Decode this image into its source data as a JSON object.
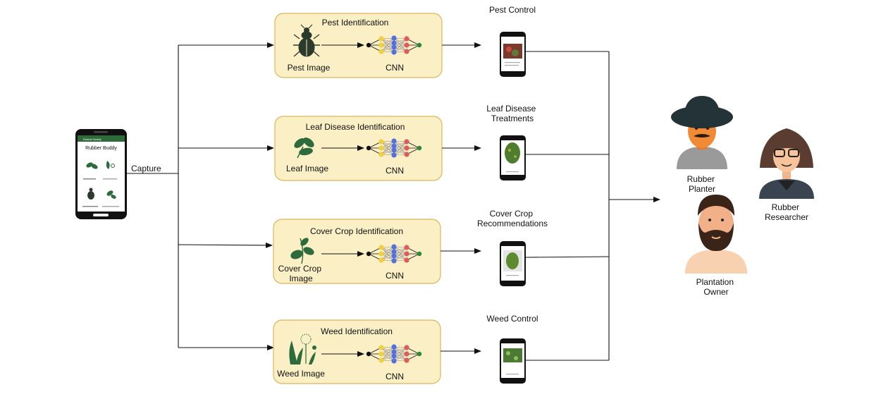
{
  "colors": {
    "box_fill": "#fbefc6",
    "box_stroke": "#d9b75a",
    "app_bar": "#2f6b3a",
    "plant_green": "#2e6b3c",
    "nn_yellow": "#f2cf3c",
    "nn_blue": "#5470e0",
    "nn_red": "#e05a5a",
    "nn_green": "#2a8a3a"
  },
  "mobile_app": {
    "header": "Rubber Buddy",
    "title": "Rubber Buddy",
    "capture_label": "Capture"
  },
  "pipelines": [
    {
      "title": "Pest Identification",
      "input_label": [
        "Pest Image"
      ],
      "model_label": "CNN",
      "output_label": [
        "Pest Control"
      ],
      "icon": "bug-icon"
    },
    {
      "title": "Leaf Disease Identification",
      "input_label": [
        "Leaf Image"
      ],
      "model_label": "CNN",
      "output_label": [
        "Leaf Disease",
        "Treatments"
      ],
      "icon": "leaf-icon"
    },
    {
      "title": "Cover Crop Identification",
      "input_label": [
        "Cover Crop",
        "Image"
      ],
      "model_label": "CNN",
      "output_label": [
        "Cover Crop",
        "Recommendations"
      ],
      "icon": "cover-crop-plant-icon"
    },
    {
      "title": "Weed Identification",
      "input_label": [
        "Weed Image"
      ],
      "model_label": "CNN",
      "output_label": [
        "Weed Control"
      ],
      "icon": "dandelion-weed-icon"
    }
  ],
  "users": [
    {
      "label": [
        "Rubber",
        "Planter"
      ],
      "icon": "planter-avatar-icon"
    },
    {
      "label": [
        "Rubber",
        "Researcher"
      ],
      "icon": "researcher-avatar-icon"
    },
    {
      "label": [
        "Plantation",
        "Owner"
      ],
      "icon": "owner-avatar-icon"
    }
  ]
}
